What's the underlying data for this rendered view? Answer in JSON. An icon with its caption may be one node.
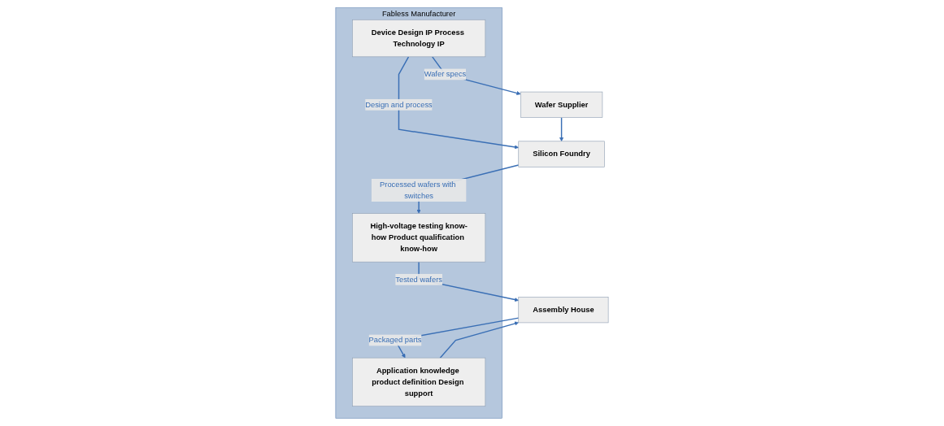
{
  "diagram": {
    "nodes": [
      {
        "text": [
          "Wafer Supplier"
        ]
      },
      {
        "text": [
          "Silicon Foundry"
        ]
      },
      {
        "text": [
          "Assembly House"
        ]
      },
      {
        "text": [
          "Fabless Manufacturer"
        ]
      },
      {
        "text": [
          "Device Design IP Process Technology IP"
        ],
        "in": 3
      },
      {
        "text": [
          "High-voltage testing know-how Product qualification know-how"
        ],
        "in": 3
      },
      {
        "text": [
          "Application knowledge product definition Design support"
        ],
        "in": 3
      }
    ],
    "edges": [
      {
        "from": 4,
        "to": 0,
        "arrow": "to",
        "label": "Wafer specs"
      },
      {
        "from": 0,
        "to": 1,
        "arrow": "to"
      },
      {
        "from": 4,
        "to": 1,
        "arrow": "to",
        "label": "Design and process"
      },
      {
        "from": 1,
        "to": 5,
        "arrow": "to",
        "label": "Processed wafers with switches"
      },
      {
        "from": 5,
        "to": 2,
        "arrow": "to",
        "label": "Tested wafers"
      },
      {
        "from": 6,
        "to": 2,
        "arrow": "to"
      },
      {
        "from": 2,
        "to": 6,
        "arrow": "to",
        "label": "Packaged parts"
      }
    ]
  }
}
